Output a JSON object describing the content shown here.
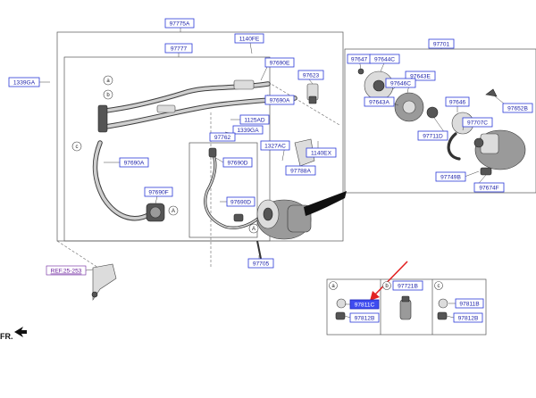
{
  "labels": {
    "l97775A": "97775A",
    "l97777": "97777",
    "l1140FE": "1140FE",
    "l1339GA_left": "1339GA",
    "l97690E": "97690E",
    "l97623": "97623",
    "l97690A_upper": "97690A",
    "l1125AD": "1125AD",
    "l1339GA_mid": "1339GA",
    "l97762": "97762",
    "l1327AC": "1327AC",
    "l1140EX": "1140EX",
    "l97788A": "97788A",
    "l97690A_lower": "97690A",
    "l97690D_upper": "97690D",
    "l97690F": "97690F",
    "l97690D_lower": "97690D",
    "l97705": "97705",
    "l97701": "97701",
    "l97647": "97647",
    "l97644C": "97644C",
    "l97643E": "97643E",
    "l97646C": "97646C",
    "l97643A": "97643A",
    "l97646": "97646",
    "l97652B": "97652B",
    "l97707C": "97707C",
    "l97711D": "97711D",
    "l97749B": "97749B",
    "l97674F": "97674F",
    "l97721B": "97721B",
    "l97811C": "97811C",
    "l97812B_a": "97812B",
    "l97811B": "97811B",
    "l97812B_c": "97812B",
    "ref": "REF.25-253",
    "fr": "FR."
  },
  "callouts": {
    "a_top": "a",
    "c_left": "c",
    "b_mid": "b",
    "A_left": "A",
    "A_right": "A",
    "sec_a": "a",
    "sec_b": "b",
    "sec_c": "c"
  },
  "colors": {
    "label_border": "#2b3ad8",
    "label_text": "#1a1fa8",
    "highlight_fill": "#3f4cf0",
    "pointer_arrow": "#e32222",
    "ref_text": "#6a1f9c"
  },
  "highlighted_part": "97811C"
}
